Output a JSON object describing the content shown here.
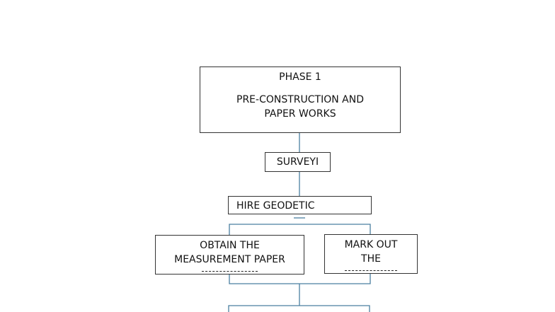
{
  "diagram": {
    "line_color": "#4a7fa0",
    "nodes": {
      "phase": {
        "title": "PHASE 1",
        "subtitle_line1": "PRE-CONSTRUCTION AND",
        "subtitle_line2": "PAPER WORKS"
      },
      "survey": {
        "label": "SURVEYI"
      },
      "hire": {
        "label": "HIRE GEODETIC"
      },
      "obtain": {
        "line1": "OBTAIN THE",
        "line2": "MEASUREMENT PAPER"
      },
      "mark": {
        "line1": "MARK OUT",
        "line2": "THE"
      }
    }
  }
}
